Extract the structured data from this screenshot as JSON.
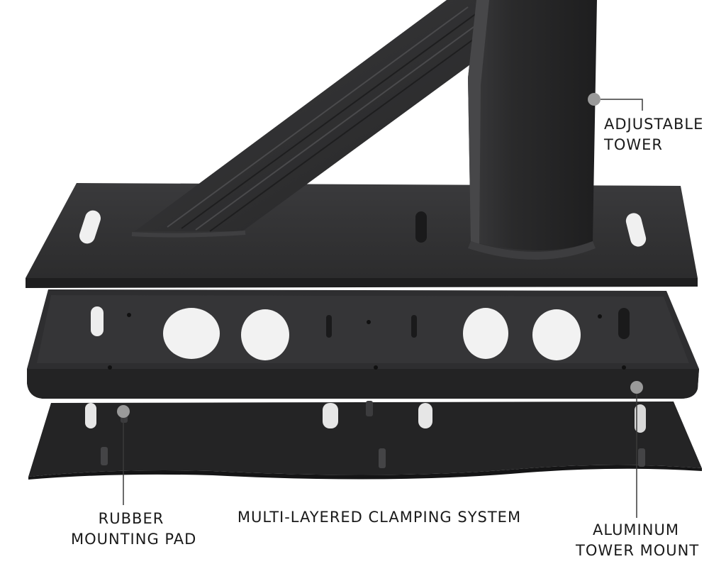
{
  "callouts": {
    "adjustable_tower": {
      "line1": "ADJUSTABLE",
      "line2": "TOWER"
    },
    "rubber_pad": {
      "line1": "RUBBER",
      "line2": "MOUNTING PAD"
    },
    "clamping_system": {
      "text": "MULTI-LAYERED CLAMPING SYSTEM"
    },
    "aluminum_mount": {
      "line1": "ALUMINUM",
      "line2": "TOWER MOUNT"
    }
  },
  "colors": {
    "background": "#ffffff",
    "metal": "#2f2f31",
    "metal_edge": "#1c1c1d",
    "rubber": "#262627",
    "callout_dot": "#9a9a9a",
    "callout_line": "#3a3a3a",
    "text": "#1a1a1a"
  }
}
